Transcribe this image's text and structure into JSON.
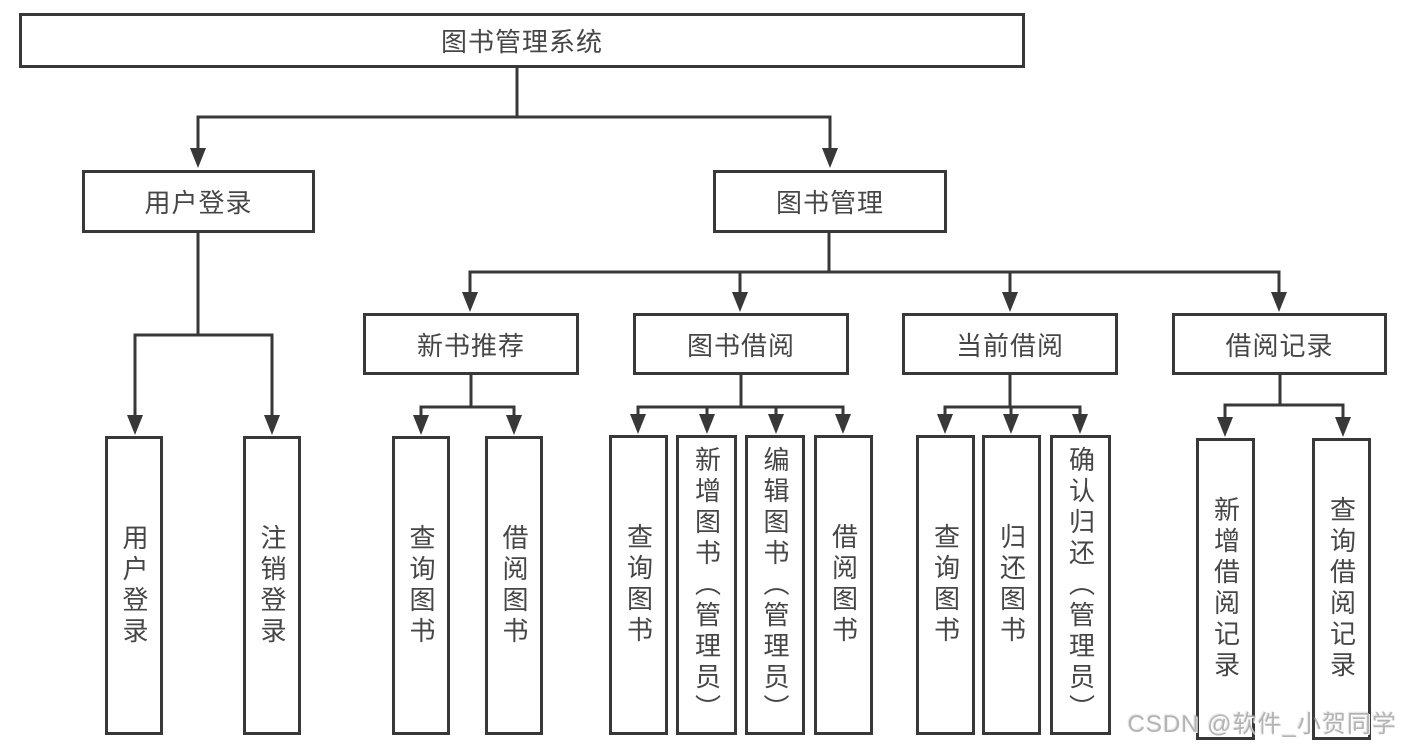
{
  "diagram": {
    "root": "图书管理系统",
    "level2": {
      "login": "用户登录",
      "manage": "图书管理"
    },
    "login_children": {
      "user_login": "用户登录",
      "logout": "注销登录"
    },
    "manage_children": {
      "new_books": "新书推荐",
      "borrow": "图书借阅",
      "current": "当前借阅",
      "records": "借阅记录"
    },
    "new_books_children": {
      "query": "查询图书",
      "borrow": "借阅图书"
    },
    "borrow_children": {
      "query": "查询图书",
      "add": "新增图书（管理员）",
      "edit": "编辑图书（管理员）",
      "borrow": "借阅图书"
    },
    "current_children": {
      "query": "查询图书",
      "return": "归还图书",
      "confirm": "确认归还（管理员）"
    },
    "records_children": {
      "add": "新增借阅记录",
      "query": "查询借阅记录"
    }
  },
  "watermark": "CSDN @软件_小贺同学",
  "colors": {
    "line": "#383838",
    "text": "#464646",
    "watermark": "#a8a8a8",
    "background": "#ffffff"
  }
}
